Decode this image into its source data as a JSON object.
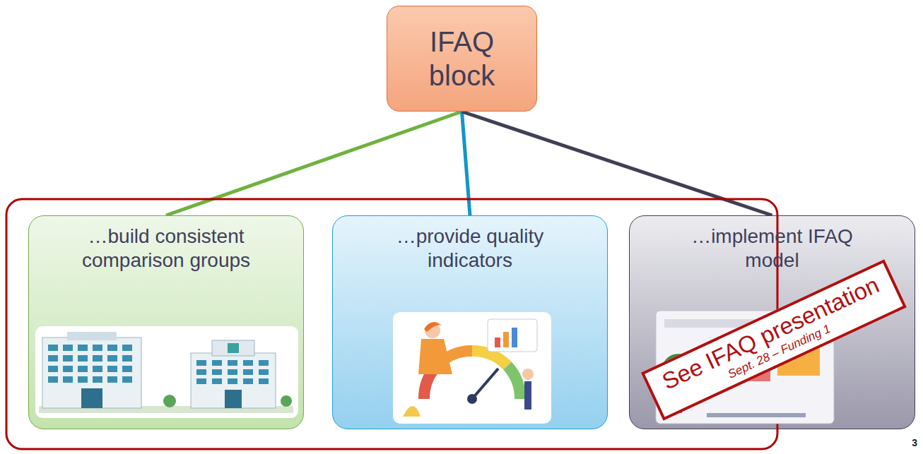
{
  "diagram": {
    "nodes": [
      {
        "text": [
          "IFAQ block"
        ]
      },
      {
        "text": [
          "…build consistent comparison groups"
        ]
      },
      {
        "text": [
          "…provide quality indicators"
        ]
      },
      {
        "text": [
          "…implement IFAQ model"
        ]
      }
    ],
    "edges": [
      {
        "from": 0,
        "to": 1,
        "arrow": "none"
      },
      {
        "from": 0,
        "to": 2,
        "arrow": "none"
      },
      {
        "from": 0,
        "to": 3,
        "arrow": "none"
      }
    ],
    "labels": [
      "See IFAQ presentation",
      "Sept. 28 – Funding 1",
      "3"
    ]
  }
}
